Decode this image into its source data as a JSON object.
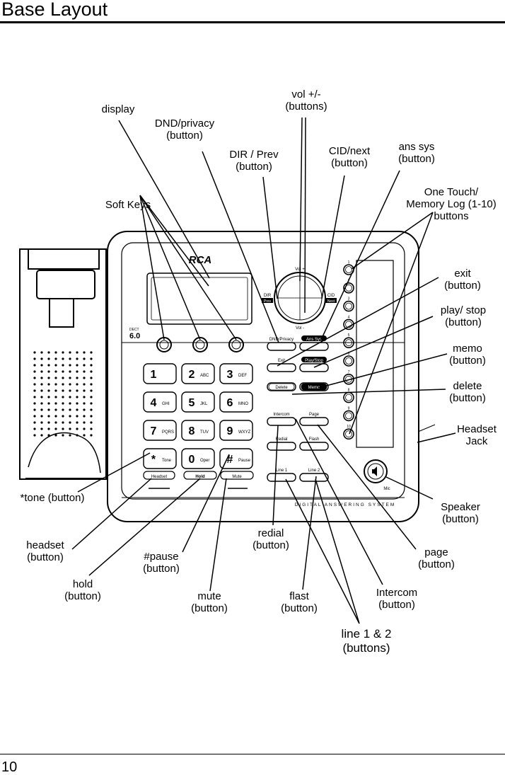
{
  "header": {
    "title": "Base Layout"
  },
  "footer": {
    "page_number": "10"
  },
  "callouts": {
    "display": {
      "line1": "display"
    },
    "dnd_privacy": {
      "line1": "DND/privacy",
      "line2": "(button)"
    },
    "vol": {
      "line1": "vol +/-",
      "line2": "(buttons)"
    },
    "dir_prev": {
      "line1": "DIR / Prev",
      "line2": "(button)"
    },
    "cid_next": {
      "line1": "CID/next",
      "line2": "(button)"
    },
    "ans_sys": {
      "line1": "ans sys",
      "line2": "(button)"
    },
    "one_touch": {
      "line1": "One Touch/",
      "line2": "Memory Log (1-10)",
      "line3": "buttons"
    },
    "soft_keys": {
      "line1": "Soft Keys"
    },
    "exit": {
      "line1": "exit",
      "line2": "(button)"
    },
    "play_stop": {
      "line1": "play/ stop",
      "line2": "(button)"
    },
    "memo": {
      "line1": "memo",
      "line2": "(button)"
    },
    "delete": {
      "line1": "delete",
      "line2": "(button)"
    },
    "headset_jack": {
      "line1": "Headset",
      "line2": "Jack"
    },
    "tone": {
      "line1": "*tone (button)"
    },
    "speaker": {
      "line1": "Speaker",
      "line2": "(button)"
    },
    "headset": {
      "line1": "headset",
      "line2": "(button)"
    },
    "redial": {
      "line1": "redial",
      "line2": "(button)"
    },
    "page": {
      "line1": "page",
      "line2": "(button)"
    },
    "pause": {
      "line1": "#pause",
      "line2": "(button)"
    },
    "hold": {
      "line1": "hold",
      "line2": "(button)"
    },
    "mute": {
      "line1": "mute",
      "line2": "(button)"
    },
    "flast": {
      "line1": "flast",
      "line2": "(button)"
    },
    "intercom": {
      "line1": "Intercom",
      "line2": "(button)"
    },
    "lines": {
      "line1": "line 1 & 2",
      "line2": "(buttons)"
    }
  },
  "device": {
    "brand": "RCA",
    "model_small": "DECT",
    "model": "6.0",
    "vol_up": "Vol +",
    "vol_down": "Vol -",
    "dir": "DIR",
    "prev": "Prev",
    "cid": "CID",
    "next": "Next",
    "dnd_privacy": "DND/Privacy",
    "ans_sys": "Ans Sys",
    "exit": "Exit",
    "play_stop": "Play/Stop",
    "delete": "Delete",
    "memo": "Memo",
    "intercom": "Intercom",
    "page": "Page",
    "redial": "Redial",
    "flash": "Flash",
    "line1": "Line 1",
    "line2": "Line 2",
    "mic": "Mic",
    "headset": "Headset",
    "hold": "Hold",
    "mute": "Mute",
    "system_label": "DIGITAL ANSWERING SYSTEM",
    "memory_numbers": [
      "1",
      "2",
      "3",
      "4",
      "5",
      "6",
      "7",
      "8",
      "9",
      "10"
    ],
    "keypad": [
      {
        "digit": "1",
        "letters": ""
      },
      {
        "digit": "2",
        "letters": "ABC"
      },
      {
        "digit": "3",
        "letters": "DEF"
      },
      {
        "digit": "4",
        "letters": "GHI"
      },
      {
        "digit": "5",
        "letters": "JKL"
      },
      {
        "digit": "6",
        "letters": "MNO"
      },
      {
        "digit": "7",
        "letters": "PQRS"
      },
      {
        "digit": "8",
        "letters": "TUV"
      },
      {
        "digit": "9",
        "letters": "WXYZ"
      },
      {
        "digit": "*",
        "letters": "Tone"
      },
      {
        "digit": "0",
        "letters": "Oper"
      },
      {
        "digit": "#",
        "letters": "Pause"
      }
    ]
  }
}
